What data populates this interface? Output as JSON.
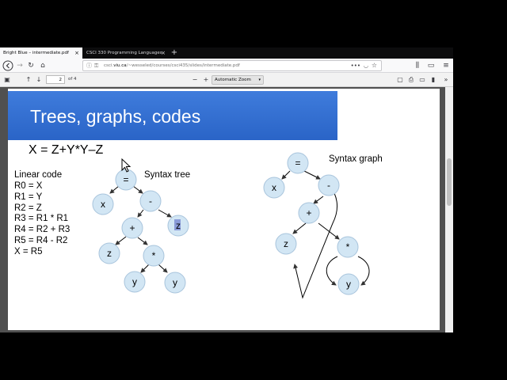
{
  "browser": {
    "tabs": [
      {
        "label": "Bright Blue – intermediate.pdf",
        "active": true
      },
      {
        "label": "CSCI 330 Programming Languages",
        "active": false
      }
    ],
    "url": {
      "domain_prefix": "csci.",
      "domain": "viu.ca",
      "path": "/~wesseled/courses/csci435/slides/intermediate.pdf"
    },
    "pdf_toolbar": {
      "page": "2",
      "total": "of 4",
      "zoom": "Automatic Zoom"
    }
  },
  "slide": {
    "title": "Trees, graphs, codes",
    "equation": "X = Z+Y*Y–Z",
    "linear_title": "Linear code",
    "linear_code": [
      "R0 = X",
      "R1 = Y",
      "R2 = Z",
      "R3 = R1 * R1",
      "R4 = R2 + R3",
      "R5 = R4 - R2",
      "X = R5"
    ],
    "tree_label": "Syntax tree",
    "graph_label": "Syntax graph",
    "tree_nodes": [
      "=",
      "x",
      "-",
      "+",
      "z",
      "z",
      "*",
      "y",
      "y"
    ],
    "graph_nodes": [
      "=",
      "x",
      "-",
      "+",
      "z",
      "*",
      "y"
    ]
  },
  "colors": {
    "node_fill": "#d2e6f4",
    "node_stroke": "#a8c4dc",
    "banner": "#2f6bd0",
    "highlight": "#8a9bd8"
  }
}
